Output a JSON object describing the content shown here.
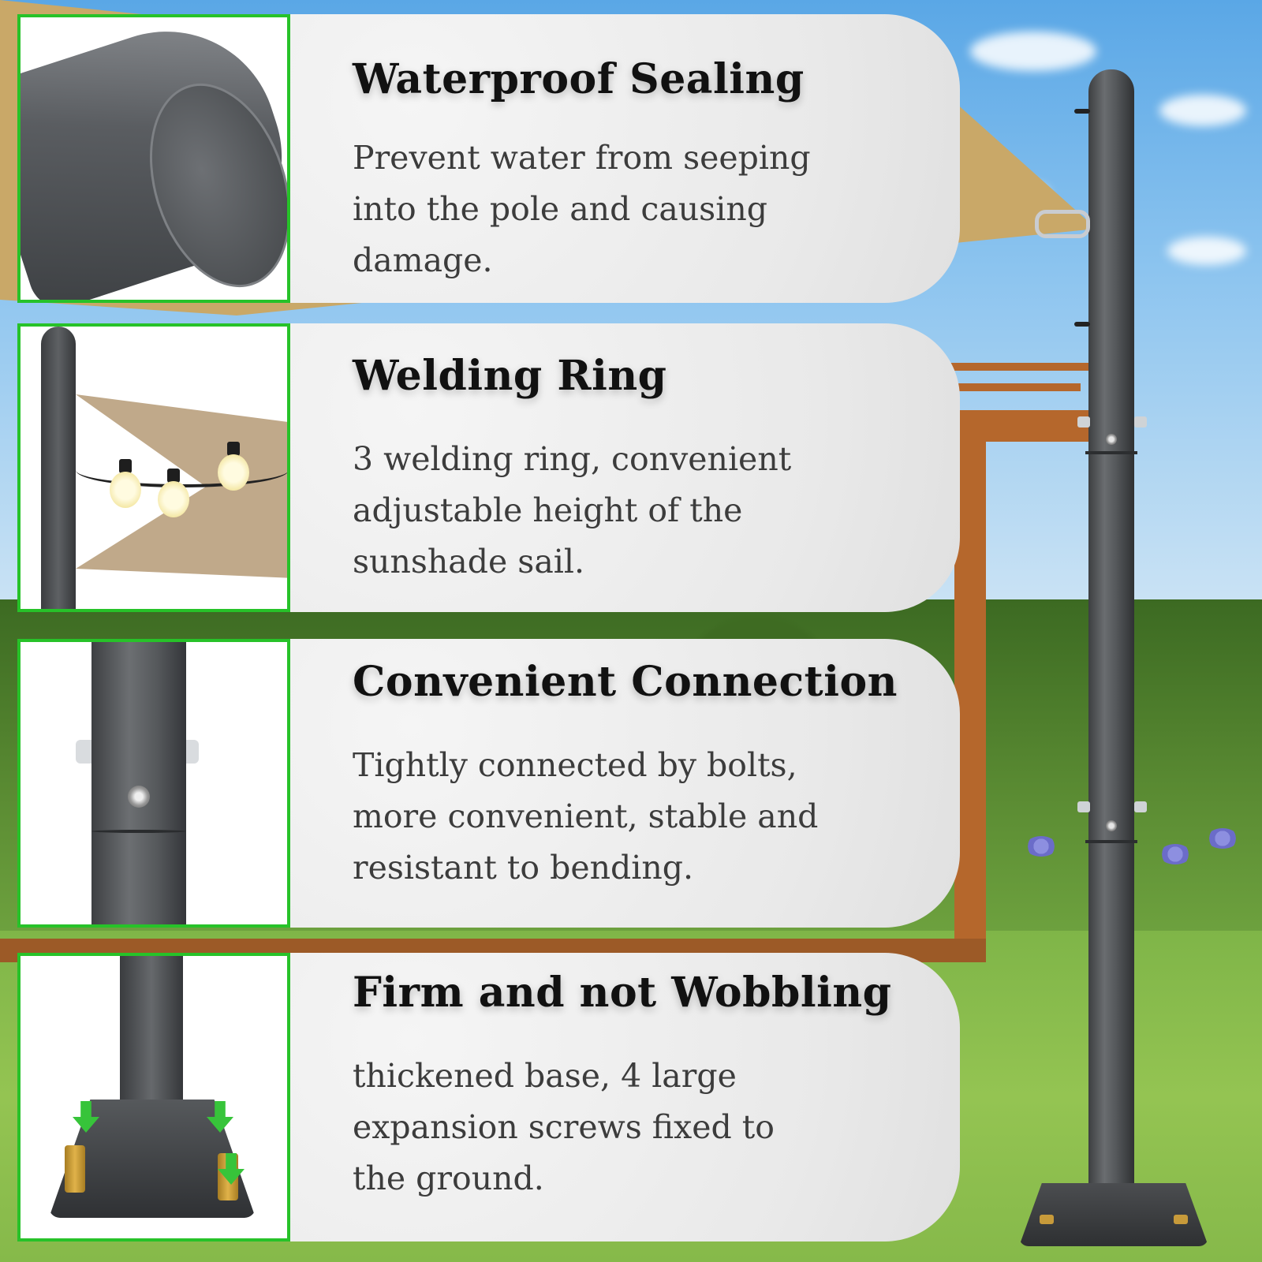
{
  "features": [
    {
      "heading": "Waterproof  Sealing",
      "body": "Prevent water from seeping\ninto the pole and causing\ndamage."
    },
    {
      "heading": "Welding Ring",
      "body": "3 welding ring,  convenient\nadjustable height of the\nsunshade sail."
    },
    {
      "heading": "Convenient Connection",
      "body": "Tightly connected by bolts,\nmore convenient, stable and\nresistant to bending."
    },
    {
      "heading": "Firm and not Wobbling",
      "body": "thickened base, 4 large\nexpansion screws fixed to\nthe ground."
    }
  ],
  "colors": {
    "thumb_border": "#27c229",
    "card_background": "#e9e9e9",
    "heading_text": "#111111",
    "body_text": "#3c3c3c"
  }
}
